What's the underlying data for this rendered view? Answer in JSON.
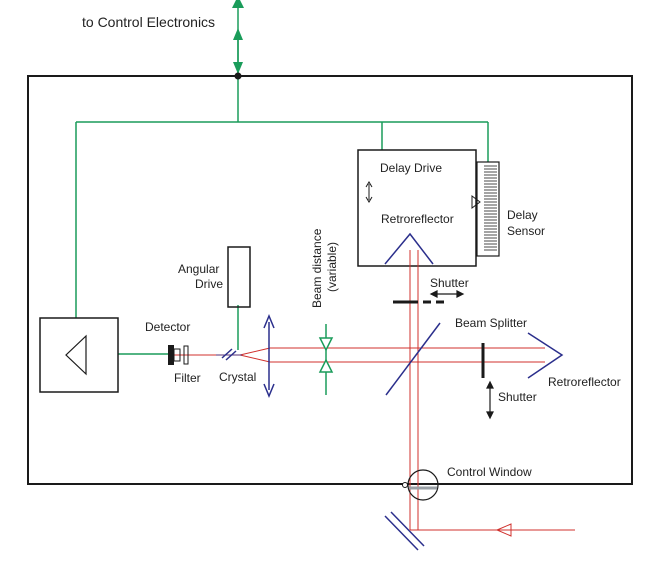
{
  "colors": {
    "frame": "#1a1a1a",
    "wire": "#1a9c5a",
    "beam": "#d0302c",
    "optic": "#2b2f8c",
    "text": "#222222"
  },
  "labels": {
    "to_control": "to Control Electronics",
    "delay_drive": "Delay Drive",
    "retroreflector_top": "Retroreflector",
    "delay_sensor_1": "Delay",
    "delay_sensor_2": "Sensor",
    "angular_drive_1": "Angular",
    "angular_drive_2": "Drive",
    "beam_distance_1": "Beam distance",
    "beam_distance_2": "(variable)",
    "shutter_top": "Shutter",
    "beam_splitter": "Beam Splitter",
    "detector": "Detector",
    "filter": "Filter",
    "crystal": "Crystal",
    "retroreflector_right": "Retroreflector",
    "shutter_right": "Shutter",
    "control_window": "Control Window"
  }
}
